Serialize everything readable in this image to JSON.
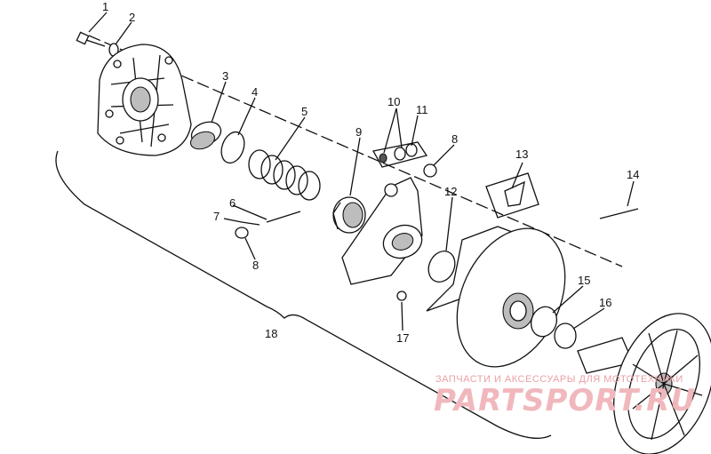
{
  "callouts": {
    "n1": "1",
    "n2": "2",
    "n3": "3",
    "n4": "4",
    "n5": "5",
    "n6": "6",
    "n7": "7",
    "n8a": "8",
    "n8b": "8",
    "n9": "9",
    "n10": "10",
    "n11": "11",
    "n12": "12",
    "n13": "13",
    "n14": "14",
    "n15": "15",
    "n16": "16",
    "n17": "17",
    "n18": "18"
  },
  "watermark": {
    "tagline": "ЗАПЧАСТИ И АКСЕССУАРЫ ДЛЯ МОТОТЕХНИКИ",
    "logo": "PARTSPORT.RU"
  },
  "colors": {
    "line": "#111111",
    "watermark": "#e8a0a6",
    "background": "#ffffff"
  }
}
